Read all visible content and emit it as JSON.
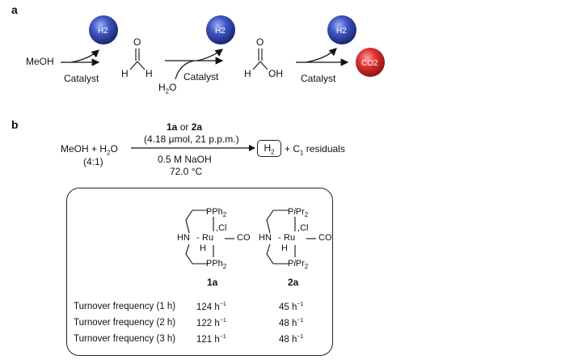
{
  "panel_a": {
    "label": "a",
    "methanol": "MeOH",
    "catalyst_1": "Catalyst",
    "catalyst_2": "Catalyst",
    "catalyst_3": "Catalyst",
    "water": "H2O",
    "formaldehyde_atoms": {
      "h_left": "H",
      "h_right": "H",
      "o": "O"
    },
    "formic_acid_atoms": {
      "h": "H",
      "oh": "OH",
      "o": "O"
    },
    "h2_sphere_label": "H2",
    "co2_sphere_label": "CO2",
    "colors": {
      "h2_sphere": "#2b3f9e",
      "co2_sphere": "#d42b2b"
    }
  },
  "panel_b": {
    "label": "b",
    "reactants": "MeOH + H2O",
    "ratio": "(4:1)",
    "catalyst_label": {
      "a": "1a",
      "or": "or",
      "b": "2a"
    },
    "loading": "(4.18 μmol, 21 p.p.m.)",
    "base": "0.5 M NaOH",
    "temperature": "72.0 °C",
    "product_boxed": "H2",
    "product_rest": "+ C1 residuals"
  },
  "complexes": [
    {
      "id": "1a",
      "phosphine": "PPh2",
      "cl": "Cl",
      "ru": "Ru",
      "hn": "HN",
      "co": "CO",
      "h": "H"
    },
    {
      "id": "2a",
      "phosphine": "PiPr2",
      "cl": "Cl",
      "ru": "Ru",
      "hn": "HN",
      "co": "CO",
      "h": "H"
    }
  ],
  "tof_table": {
    "unit": "h−1",
    "rows": [
      {
        "label": "Turnover frequency (1 h)",
        "v1a": "124",
        "v2a": "45"
      },
      {
        "label": "Turnover frequency (2 h)",
        "v1a": "122",
        "v2a": "48"
      },
      {
        "label": "Turnover frequency (3 h)",
        "v1a": "121",
        "v2a": "48"
      }
    ]
  }
}
